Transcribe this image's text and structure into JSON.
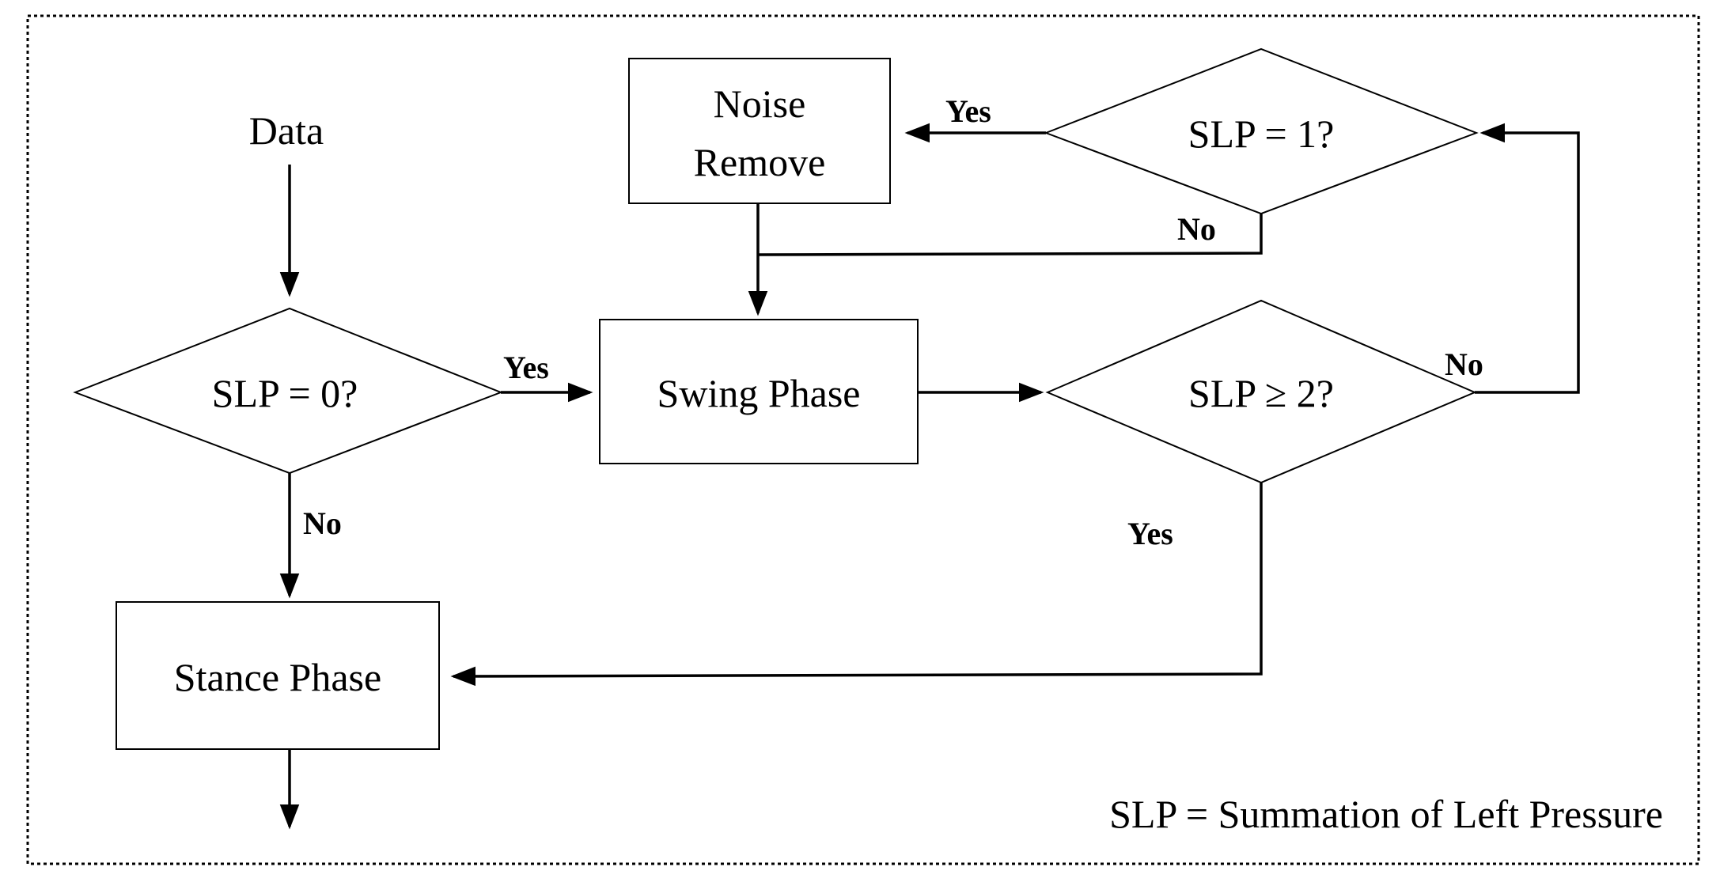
{
  "diagram": {
    "start_label": "Data",
    "nodes": {
      "noise_remove": {
        "line1": "Noise",
        "line2": "Remove"
      },
      "slp_eq_1": "SLP = 1?",
      "slp_eq_0": "SLP = 0?",
      "swing_phase": "Swing Phase",
      "slp_ge_2": "SLP ≥ 2?",
      "stance_phase": "Stance Phase"
    },
    "edge_labels": {
      "slp1_yes": "Yes",
      "slp1_no": "No",
      "slp0_yes": "Yes",
      "slp0_no": "No",
      "slp2_no": "No",
      "slp2_yes": "Yes"
    },
    "legend_note": "SLP = Summation of Left Pressure"
  }
}
